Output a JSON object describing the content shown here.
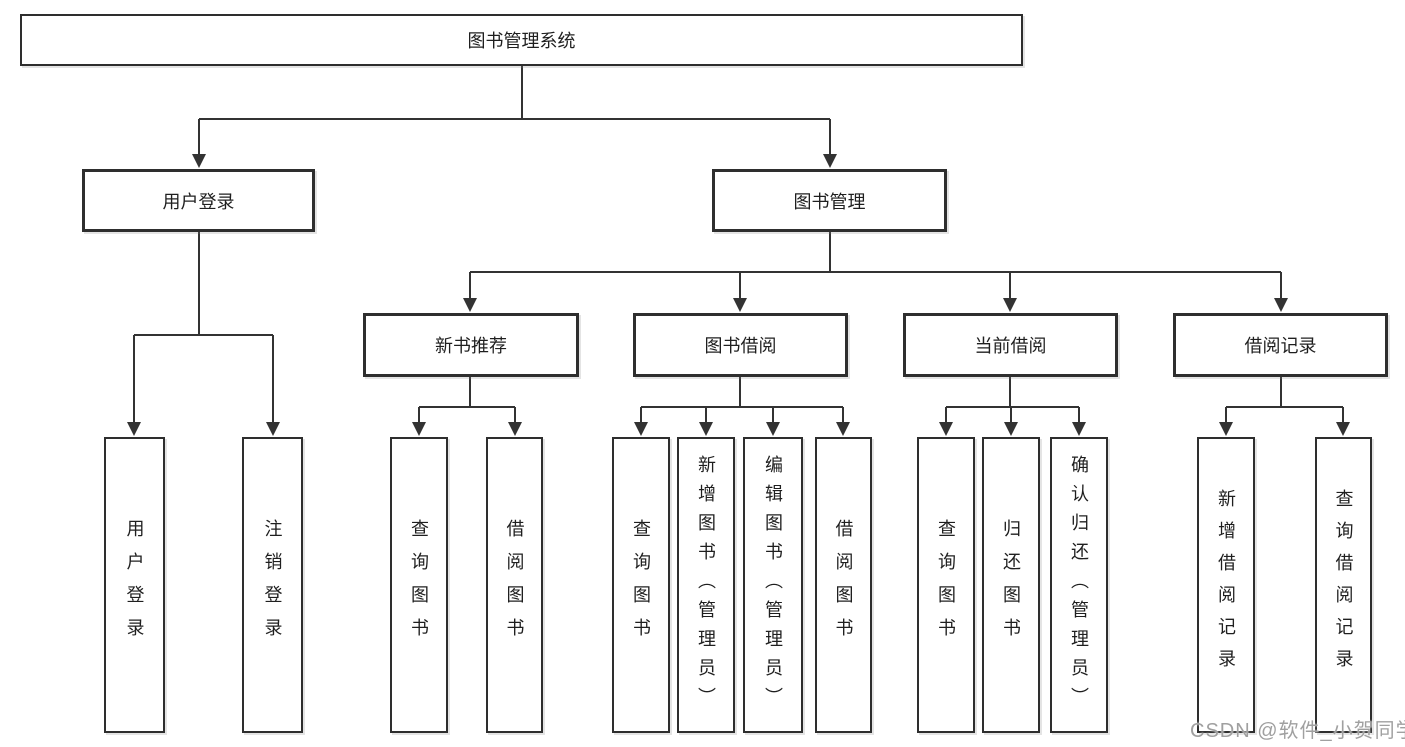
{
  "diagram_title": "图书管理系统",
  "colors": {
    "background": "#ffffff",
    "line": "#333333",
    "box_border": "#2e2e2e",
    "text": "#1f1f1f",
    "watermark": "#a0a0a0"
  },
  "tree": {
    "root": {
      "label": "图书管理系统"
    },
    "user_login": {
      "label": "用户登录",
      "children": {
        "login": {
          "label": "用户登录"
        },
        "logout": {
          "label": "注销登录"
        }
      }
    },
    "book_management": {
      "label": "图书管理",
      "children": {
        "new_book_recommend": {
          "label": "新书推荐",
          "children": {
            "query_books": {
              "label": "查询图书"
            },
            "borrow_books": {
              "label": "借阅图书"
            }
          }
        },
        "book_borrowing": {
          "label": "图书借阅",
          "children": {
            "query_books": {
              "label": "查询图书"
            },
            "add_books": {
              "label": "新增图书（管理员）"
            },
            "edit_books": {
              "label": "编辑图书（管理员）"
            },
            "borrow_books": {
              "label": "借阅图书"
            }
          }
        },
        "current_borrowing": {
          "label": "当前借阅",
          "children": {
            "query_books": {
              "label": "查询图书"
            },
            "return_books": {
              "label": "归还图书"
            },
            "confirm_return": {
              "label": "确认归还（管理员）"
            }
          }
        },
        "borrowing_records": {
          "label": "借阅记录",
          "children": {
            "add_record": {
              "label": "新增借阅记录"
            },
            "query_record": {
              "label": "查询借阅记录"
            }
          }
        }
      }
    }
  },
  "watermark": {
    "text": "CSDN @软件_小贺同学"
  }
}
